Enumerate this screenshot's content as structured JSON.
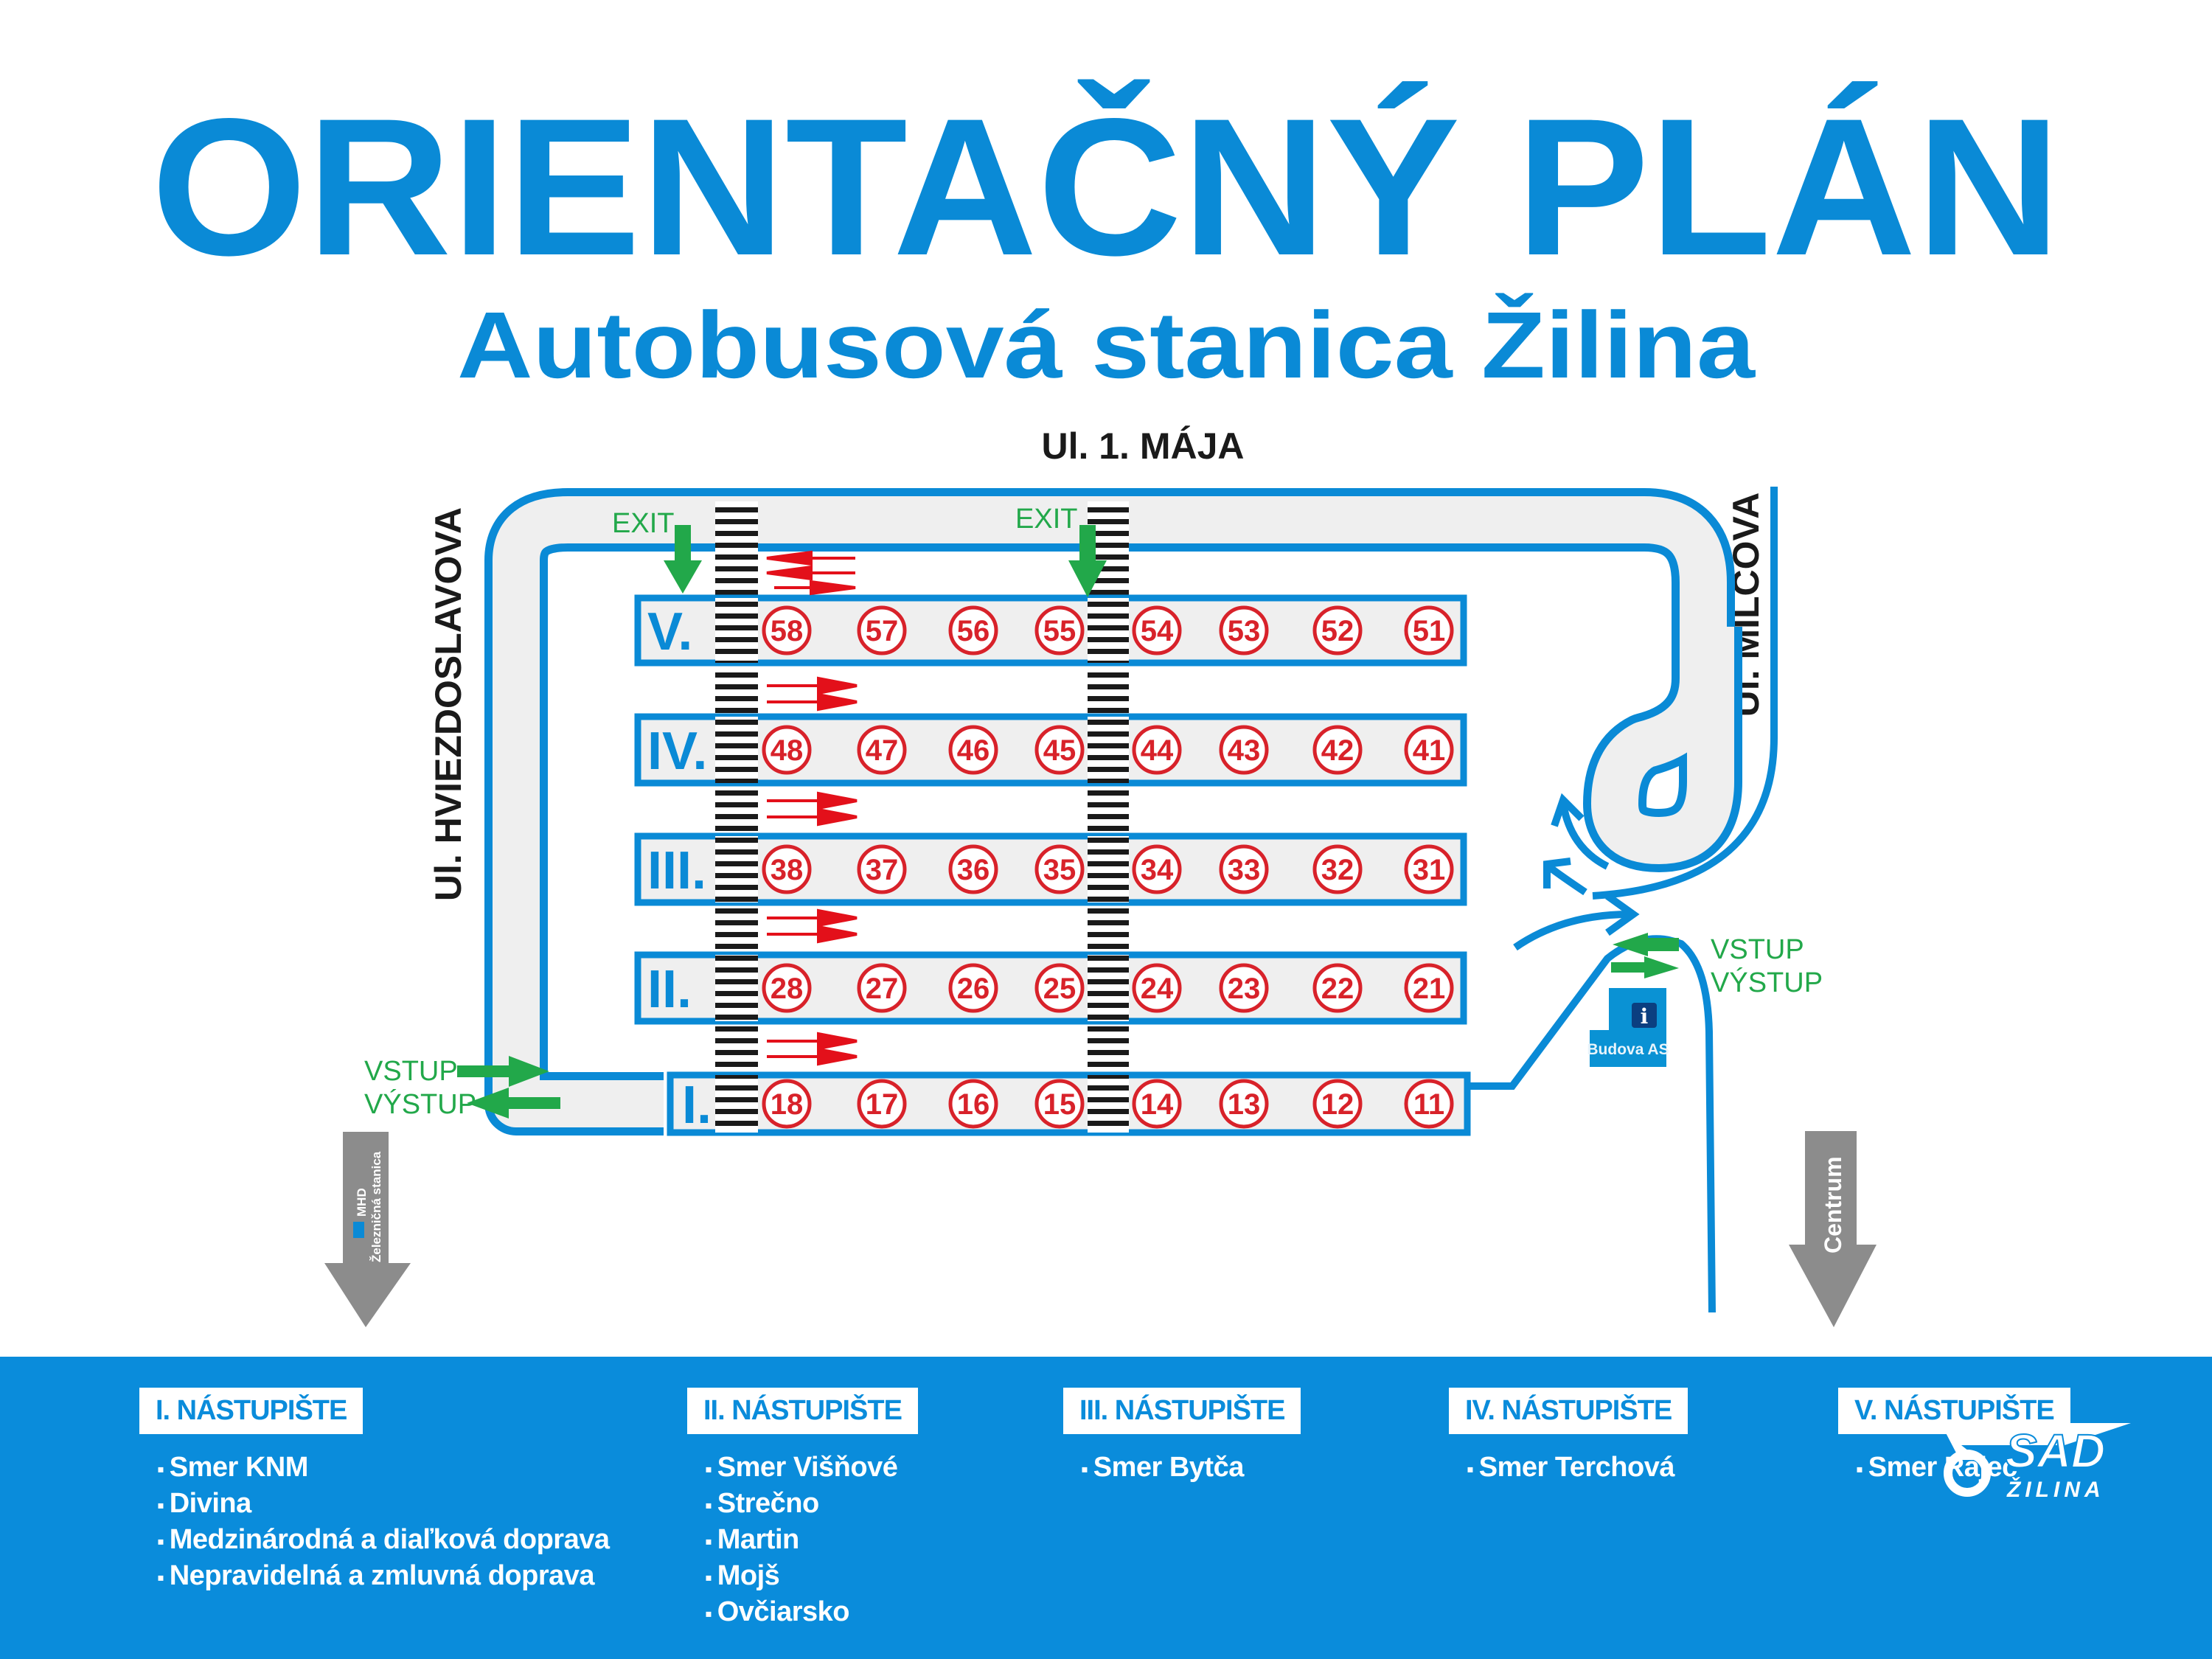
{
  "header": {
    "title": "ORIENTAČNÝ PLÁN",
    "subtitle": "Autobusová stanica Žilina"
  },
  "streets": {
    "top": "Ul. 1. MÁJA",
    "left": "Ul.  HVIEZDOSLAVOVA",
    "right": "Ul.  MILCOVA"
  },
  "labels": {
    "exit_left": "EXIT",
    "exit_right": "EXIT",
    "vstup_left": "VSTUP",
    "vystup_left": "VÝSTUP",
    "vstup_right": "VSTUP",
    "vystup_right": "VÝSTUP",
    "building": "Budova AS",
    "info_icon": "i",
    "arrow_left": "MHD Železničná stanica",
    "arrow_left_1": "MHD",
    "arrow_left_2": "Železničná stanica",
    "arrow_right": "Centrum"
  },
  "platforms": [
    {
      "label": "V.",
      "stops": [
        "58",
        "57",
        "56",
        "55",
        "54",
        "53",
        "52",
        "51"
      ]
    },
    {
      "label": "IV.",
      "stops": [
        "48",
        "47",
        "46",
        "45",
        "44",
        "43",
        "42",
        "41"
      ]
    },
    {
      "label": "III.",
      "stops": [
        "38",
        "37",
        "36",
        "35",
        "34",
        "33",
        "32",
        "31"
      ]
    },
    {
      "label": "II.",
      "stops": [
        "28",
        "27",
        "26",
        "25",
        "24",
        "23",
        "22",
        "21"
      ]
    },
    {
      "label": "I.",
      "stops": [
        "18",
        "17",
        "16",
        "15",
        "14",
        "13",
        "12",
        "11"
      ]
    }
  ],
  "legend": [
    {
      "title": "I. NÁSTUPIŠTE",
      "items": [
        "Smer KNM",
        "Divina",
        "Medzinárodná a diaľková doprava",
        "Nepravidelná a zmluvná doprava"
      ]
    },
    {
      "title": "II. NÁSTUPIŠTE",
      "items": [
        "Smer Višňové",
        "Strečno",
        "Martin",
        "Mojš",
        "Ovčiarsko"
      ]
    },
    {
      "title": "III. NÁSTUPIŠTE",
      "items": [
        "Smer Bytča"
      ]
    },
    {
      "title": "IV. NÁSTUPIŠTE",
      "items": [
        "Smer Terchová"
      ]
    },
    {
      "title": "V. NÁSTUPIŠTE",
      "items": [
        "Smer Rajec"
      ]
    }
  ],
  "logo": {
    "name": "SAD",
    "city": "ŽILINA"
  },
  "colors": {
    "blue": "#0a8ad6",
    "green": "#22a84a",
    "red": "#d8222a",
    "gray": "#8c8c8c"
  }
}
